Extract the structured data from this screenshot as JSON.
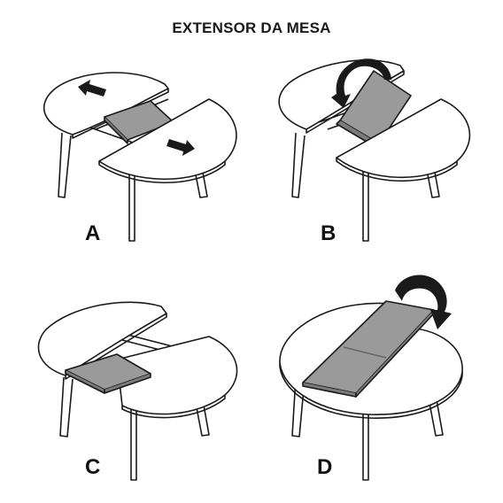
{
  "title": "EXTENSOR DA MESA",
  "steps": [
    {
      "label": "A"
    },
    {
      "label": "B"
    },
    {
      "label": "C"
    },
    {
      "label": "D"
    }
  ],
  "colors": {
    "line": "#1a1a1a",
    "leaf": "#9a9a9a",
    "tabletop": "#ffffff"
  },
  "icons": [
    "push-apart-arrow-icon",
    "rotate-arrow-icon"
  ]
}
